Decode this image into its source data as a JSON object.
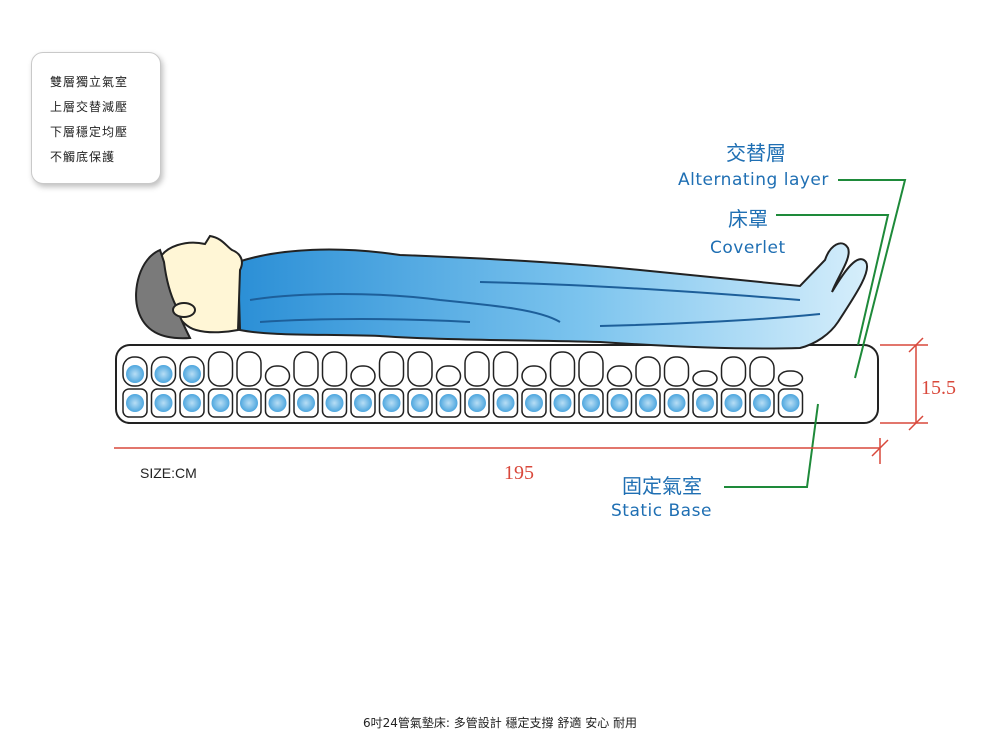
{
  "notes": [
    "雙層獨立氣室",
    "上層交替減壓",
    "下層穩定均壓",
    "不觸底保護"
  ],
  "labels": {
    "alternating_zh": "交替層",
    "alternating_en": "Alternating layer",
    "coverlet_zh": "床罩",
    "coverlet_en": "Coverlet",
    "static_zh": "固定氣室",
    "static_en": "Static Base"
  },
  "size_label": "SIZE:CM",
  "dimensions": {
    "length": "195",
    "height": "15.5"
  },
  "caption": "6吋24管氣墊床: 多管設計 穩定支撐 舒適 安心 耐用",
  "colors": {
    "label_blue": "#1f6fb3",
    "leader_green": "#1e8a3a",
    "dimension_red": "#d9483b",
    "patient_blue": "#3ea0dc"
  }
}
